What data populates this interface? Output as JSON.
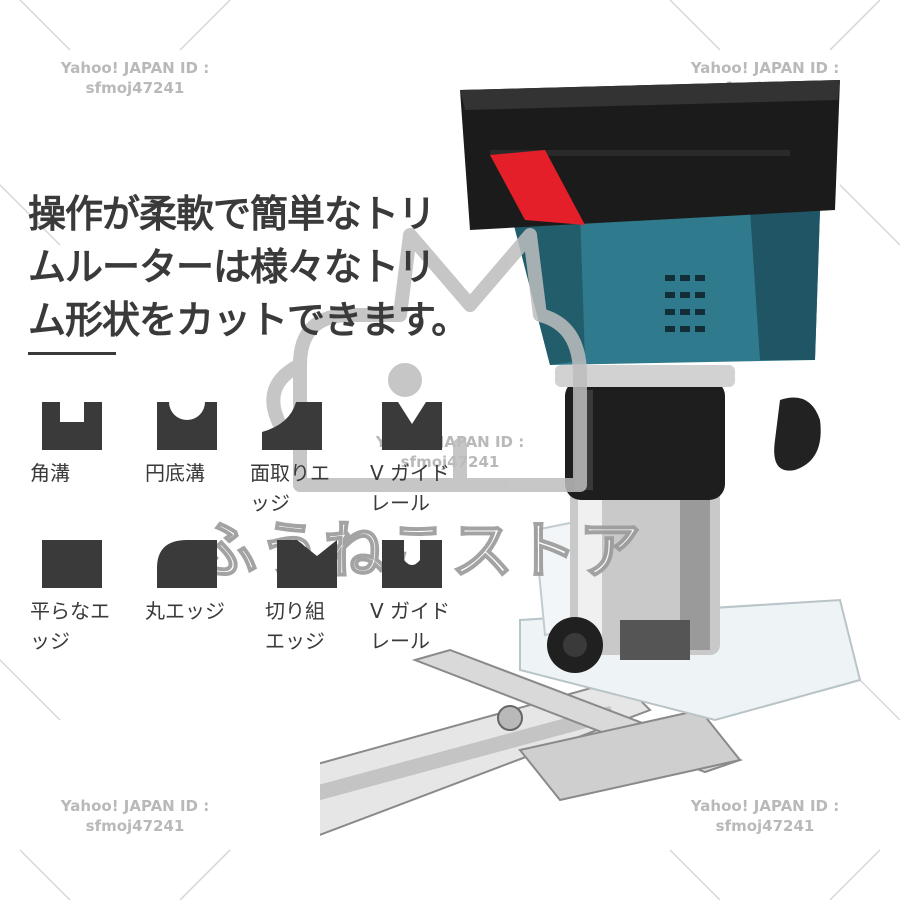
{
  "headline": {
    "line1": "操作が柔軟で簡単なトリ",
    "line2": "ムルーターは様々なトリ",
    "line3": "ム形状をカットできます。"
  },
  "watermarks": [
    {
      "line1": "Yahoo! JAPAN ID :",
      "line2": "sfmoj47241"
    },
    {
      "line1": "Yahoo! JAPAN ID :",
      "line2": "sfmoj47241"
    },
    {
      "line1": "Yahoo! JAPAN ID :",
      "line2": "sfmoj47241"
    },
    {
      "line1": "Yahoo! JAPAN ID :",
      "line2": "sfmoj47241"
    },
    {
      "line1": "Yahoo! JAPAN ID :",
      "line2": "sfmoj47241"
    }
  ],
  "cuts": [
    {
      "label": "角溝",
      "icon": "square-groove-icon"
    },
    {
      "label": "円底溝",
      "icon": "round-groove-icon"
    },
    {
      "label": "面取りエ\nッジ",
      "icon": "chamfer-edge-icon"
    },
    {
      "label": "V ガイド\nレール",
      "icon": "v-groove-icon"
    },
    {
      "label": "平らなエ\nッジ",
      "icon": "flat-edge-icon"
    },
    {
      "label": "丸エッジ",
      "icon": "round-edge-icon"
    },
    {
      "label": "切り組\nエッジ",
      "icon": "bevel-edge-icon"
    },
    {
      "label": "V ガイド\nレール",
      "icon": "v-rail-icon"
    }
  ],
  "store_logo_text": "ふうねこストア",
  "colors": {
    "text": "#3a3a3a",
    "icon": "#3a3a3a",
    "tool_body": "#2f7a8c",
    "battery": "#1b1b1b",
    "latch": "#e51f2a",
    "watermark": "#b9b9b9"
  }
}
